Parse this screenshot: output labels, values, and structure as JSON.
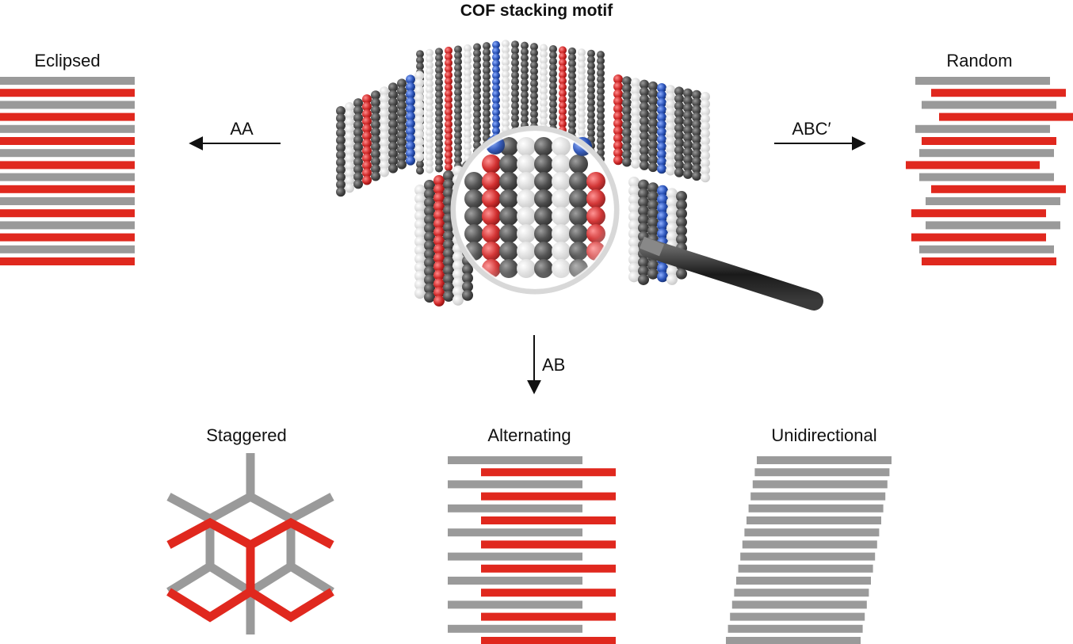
{
  "title": "COF stacking motif",
  "colors": {
    "grey": "#9a9a9a",
    "red": "#e0281e",
    "arrow": "#111111"
  },
  "motifs": {
    "eclipsed": {
      "label": "Eclipsed",
      "arrow_label": "AA"
    },
    "random": {
      "label": "Random",
      "arrow_label": "ABC′"
    },
    "ab": {
      "arrow_label": "AB"
    },
    "staggered": {
      "label": "Staggered"
    },
    "alternating": {
      "label": "Alternating"
    },
    "unidirectional": {
      "label": "Unidirectional"
    }
  },
  "center_image": {
    "icon": "cof-molecular-model-with-magnifier"
  }
}
